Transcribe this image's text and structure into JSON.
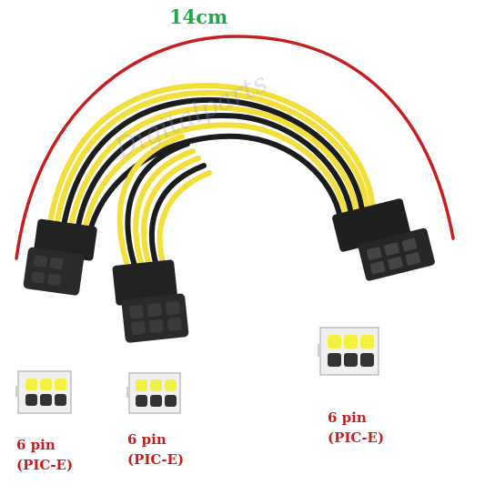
{
  "length_label": "14cm",
  "pin_labels": [
    {
      "line1": "6 pin",
      "line2": "(PIC-E)"
    },
    {
      "line1": "6 pin",
      "line2": "(PIC-E)"
    },
    {
      "line1": "6 pin",
      "line2": "(PIC-E)"
    }
  ],
  "watermark_text": "Digitalparts",
  "colors": {
    "measure_arc": "#c81e1e",
    "length_label": "#1fa84a",
    "pin_label": "#c81e1e",
    "wire_yellow": "#f3df3a",
    "wire_black": "#1c1c1c",
    "connector": "#222222"
  }
}
